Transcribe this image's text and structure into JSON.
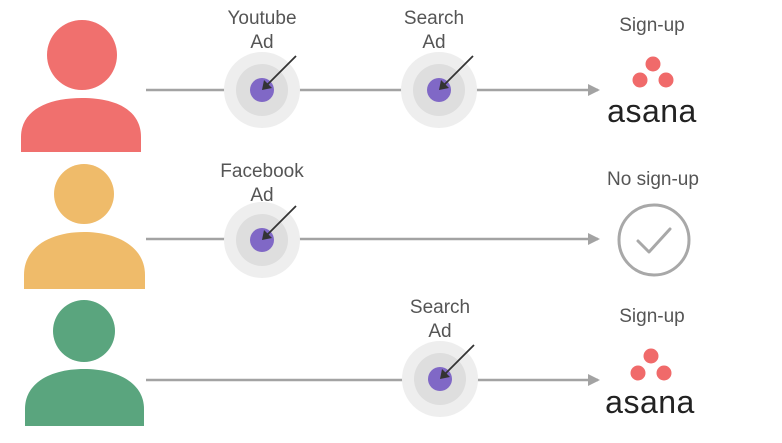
{
  "colors": {
    "user_1": "#f0706e",
    "user_2": "#efbb6a",
    "user_3": "#5aa57e",
    "line": "#a3a3a3",
    "target_outer": "#eeeeee",
    "target_middle": "#dedede",
    "target_center": "#8068c6",
    "asana_dots": "#f06a6a",
    "asana_text": "#222222",
    "check": "#a8a8a8",
    "label_text": "#555555"
  },
  "journeys": [
    {
      "user_icon": "person-icon",
      "touchpoints": [
        {
          "line1": "Youtube",
          "line2": "Ad",
          "icon": "target-icon"
        },
        {
          "line1": "Search",
          "line2": "Ad",
          "icon": "target-icon"
        }
      ],
      "outcome": {
        "label": "Sign-up",
        "logo_text": "asana",
        "icon": "asana-logo"
      }
    },
    {
      "user_icon": "person-icon",
      "touchpoints": [
        {
          "line1": "Facebook",
          "line2": "Ad",
          "icon": "target-icon"
        }
      ],
      "outcome": {
        "label": "No sign-up",
        "icon": "check-circle-icon"
      }
    },
    {
      "user_icon": "person-icon",
      "touchpoints": [
        {
          "line1": "Search",
          "line2": "Ad",
          "icon": "target-icon"
        }
      ],
      "outcome": {
        "label": "Sign-up",
        "logo_text": "asana",
        "icon": "asana-logo"
      }
    }
  ]
}
